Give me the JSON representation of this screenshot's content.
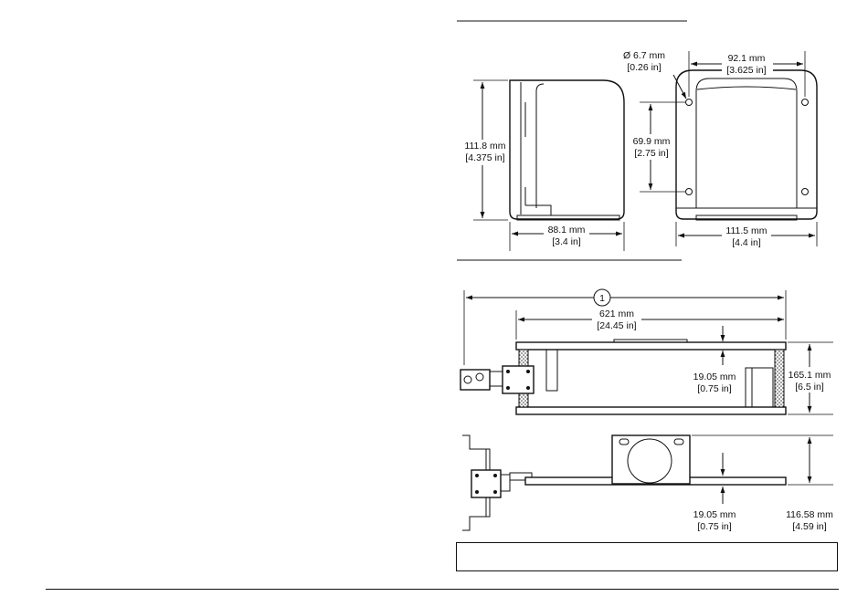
{
  "side_view": {
    "height_mm": "111.8 mm",
    "height_in": "[4.375 in]",
    "depth_mm": "88.1 mm",
    "depth_in": "[3.4 in]"
  },
  "front_view": {
    "hole_mm": "Ø 6.7 mm",
    "hole_in": "[0.26 in]",
    "hole_spacing_h_mm": "92.1 mm",
    "hole_spacing_h_in": "[3.625 in]",
    "hole_spacing_v_mm": "69.9 mm",
    "hole_spacing_v_in": "[2.75 in]",
    "width_mm": "111.5 mm",
    "width_in": "[4.4 in]"
  },
  "top_view": {
    "callout": "1",
    "length_mm": "621 mm",
    "length_in": "[24.45 in]",
    "gap_mm": "19.05 mm",
    "gap_in": "[0.75 in]",
    "height_mm": "165.1 mm",
    "height_in": "[6.5 in]"
  },
  "lower_view": {
    "gap_mm": "19.05 mm",
    "gap_in": "[0.75 in]",
    "height_mm": "116.58 mm",
    "height_in": "[4.59 in]"
  },
  "caption": ""
}
